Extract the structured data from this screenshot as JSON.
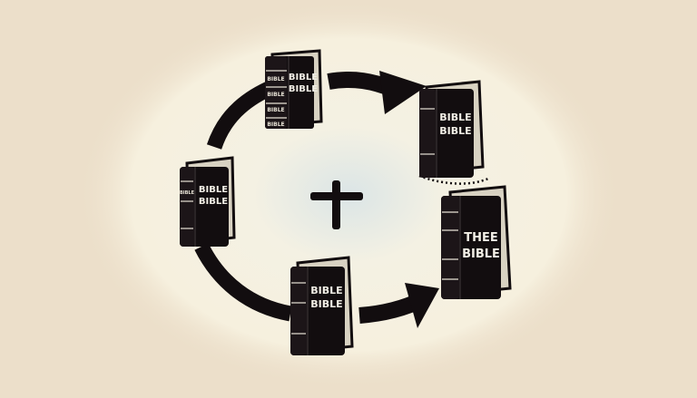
{
  "colors": {
    "background": "#ecdfca",
    "glow": "#f7f2e2",
    "center_glow": "#d6e2e4",
    "ink": "#120d0f",
    "cover_text": "#f2efe6"
  },
  "center_symbol": {
    "icon": "plus-icon"
  },
  "books": [
    {
      "id": "top",
      "title_lines": [
        "BIBLE",
        "BIBLE"
      ],
      "spine_lines": [
        "BIBLE",
        "BIBLE",
        "BIBLE",
        "BIBLE"
      ]
    },
    {
      "id": "right-upper",
      "title_lines": [
        "BIBLE",
        "BIBLE"
      ],
      "spine_lines": []
    },
    {
      "id": "left",
      "title_lines": [
        "BIBLE",
        "BIBLE"
      ],
      "spine_lines": [
        "BIBLE"
      ]
    },
    {
      "id": "right-lower",
      "title_lines": [
        "THEE",
        "BIBLE"
      ],
      "spine_lines": []
    },
    {
      "id": "bottom",
      "title_lines": [
        "BIBLE",
        "BIBLE"
      ],
      "spine_lines": []
    }
  ],
  "arrows": [
    {
      "id": "top-to-right",
      "from": "top",
      "to": "right-upper",
      "has_head": true
    },
    {
      "id": "left-to-top",
      "from": "left",
      "to": "top",
      "has_head": false
    },
    {
      "id": "left-to-bottom",
      "from": "left",
      "to": "bottom",
      "has_head": false
    },
    {
      "id": "bottom-to-right",
      "from": "bottom",
      "to": "right-lower",
      "has_head": true
    }
  ]
}
